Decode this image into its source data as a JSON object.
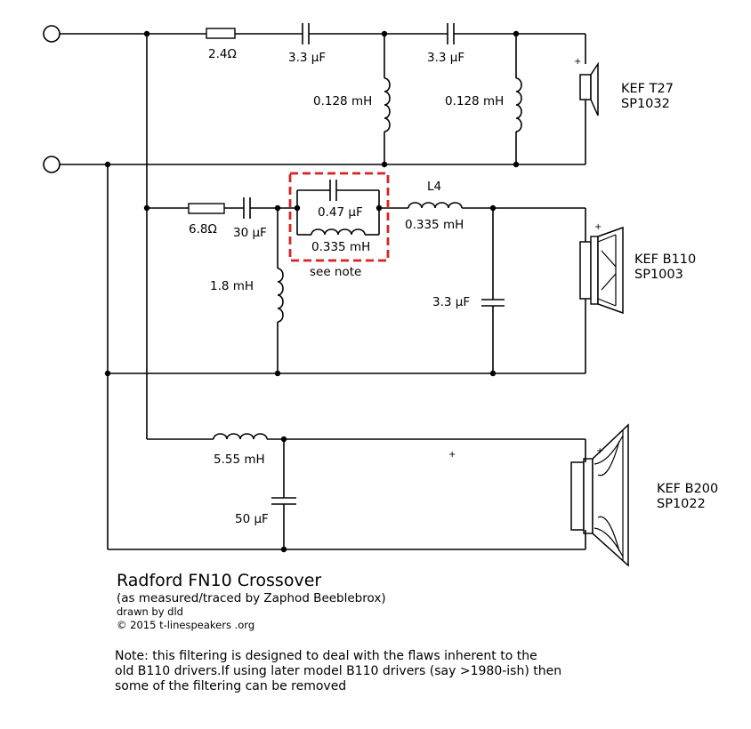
{
  "labels": {
    "r1": "2.4Ω",
    "c1": "3.3 µF",
    "c2": "3.3 µF",
    "l1": "0.128 mH",
    "l2": "0.128 mH",
    "tweeter_model": "KEF T27",
    "tweeter_part": "SP1032",
    "r2": "6.8Ω",
    "c3": "30 µF",
    "c4": "0.47 µF",
    "l3": "0.335 mH",
    "note_box": "see note",
    "l4_name": "L4",
    "l4": "0.335 mH",
    "l5": "1.8 mH",
    "c5": "3.3 µF",
    "mid_model": "KEF B110",
    "mid_part": "SP1003",
    "l6": "5.55 mH",
    "c6": "50 µF",
    "woofer_model": "KEF B200",
    "woofer_part": "SP1022",
    "plus": "+"
  },
  "footer": {
    "title": "Radford FN10 Crossover",
    "subtitle": "(as measured/traced by Zaphod Beeblebrox)",
    "drawn": "drawn  by dld",
    "copyright": "© 2015 t-linespeakers .org",
    "note1": "Note: this filtering is designed to deal with the flaws inherent to the",
    "note2": "old B110 drivers.If using later model B110 drivers (say >1980-ish) then",
    "note3": "some of the filtering can be removed"
  },
  "colors": {
    "wire": "#000000",
    "note_box": "#d62424"
  }
}
